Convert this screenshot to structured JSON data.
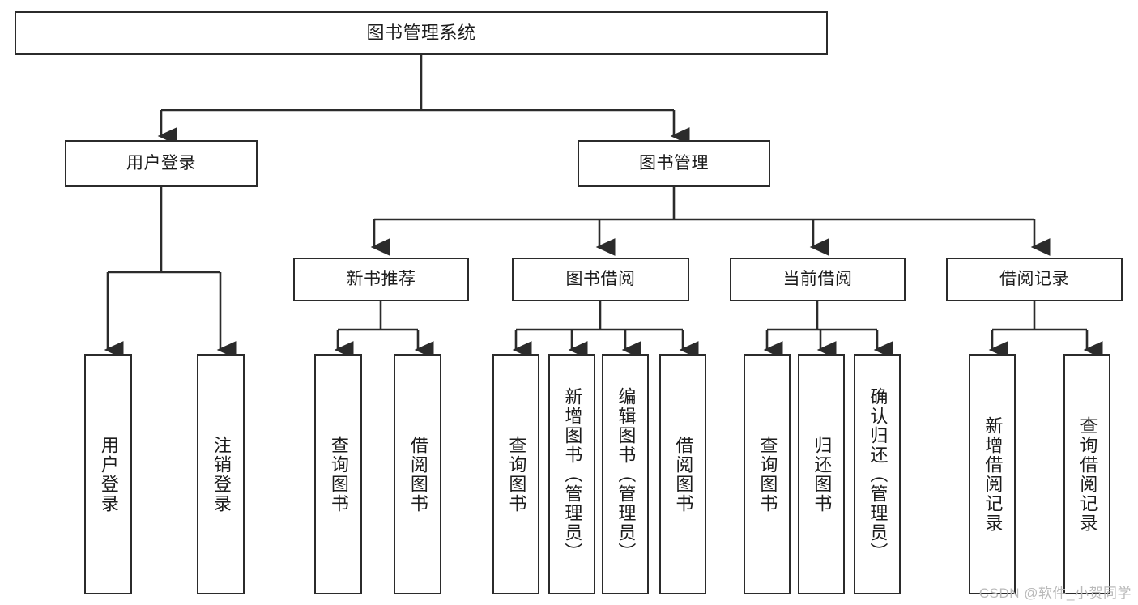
{
  "diagram": {
    "title": "图书管理系统",
    "type": "functional-decomposition-tree",
    "watermark": "CSDN @软件_小贺同学",
    "colors": {
      "stroke": "#2b2b2b",
      "fill": "#ffffff",
      "text": "#1c1c1c",
      "watermark": "#b9b9b9"
    },
    "nodes": {
      "root": {
        "label": "图书管理系统"
      },
      "level2": [
        {
          "label": "用户登录"
        },
        {
          "label": "图书管理"
        }
      ],
      "level3": [
        {
          "label": "新书推荐"
        },
        {
          "label": "图书借阅"
        },
        {
          "label": "当前借阅"
        },
        {
          "label": "借阅记录"
        }
      ],
      "leaves": {
        "user_login": [
          {
            "label": "用户登录"
          },
          {
            "label": "注销登录"
          }
        ],
        "new_book_rec": [
          {
            "label": "查询图书"
          },
          {
            "label": "借阅图书"
          }
        ],
        "book_borrow": [
          {
            "label": "查询图书"
          },
          {
            "label": "新增图书（管理员）"
          },
          {
            "label": "编辑图书（管理员）"
          },
          {
            "label": "借阅图书"
          }
        ],
        "current_borrow": [
          {
            "label": "查询图书"
          },
          {
            "label": "归还图书"
          },
          {
            "label": "确认归还（管理员）"
          }
        ],
        "borrow_record": [
          {
            "label": "新增借阅记录"
          },
          {
            "label": "查询借阅记录"
          }
        ]
      }
    }
  }
}
